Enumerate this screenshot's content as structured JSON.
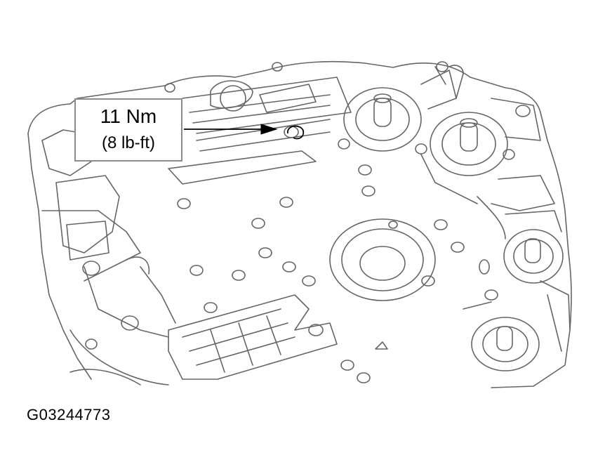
{
  "callout": {
    "torque_metric": "11 Nm",
    "torque_imperial": "(8 lb-ft)"
  },
  "figure": {
    "id": "G03244773"
  },
  "colors": {
    "line": "#666666",
    "background": "#ffffff",
    "text": "#000000"
  }
}
